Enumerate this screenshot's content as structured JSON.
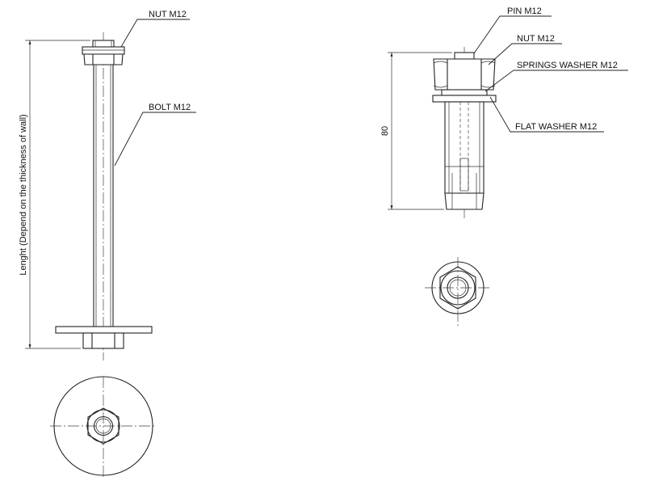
{
  "left_assembly": {
    "nut_label": "NUT M12",
    "bolt_label": "BOLT M12",
    "length_label": "Lenght (Depend on the thickness of wall)"
  },
  "right_assembly": {
    "pin_label": "PIN M12",
    "nut_label": "NUT M12",
    "spring_washer_label": "SPRINGS WASHER M12",
    "flat_washer_label": "FLAT WASHER M12",
    "dimension_value": "80"
  }
}
